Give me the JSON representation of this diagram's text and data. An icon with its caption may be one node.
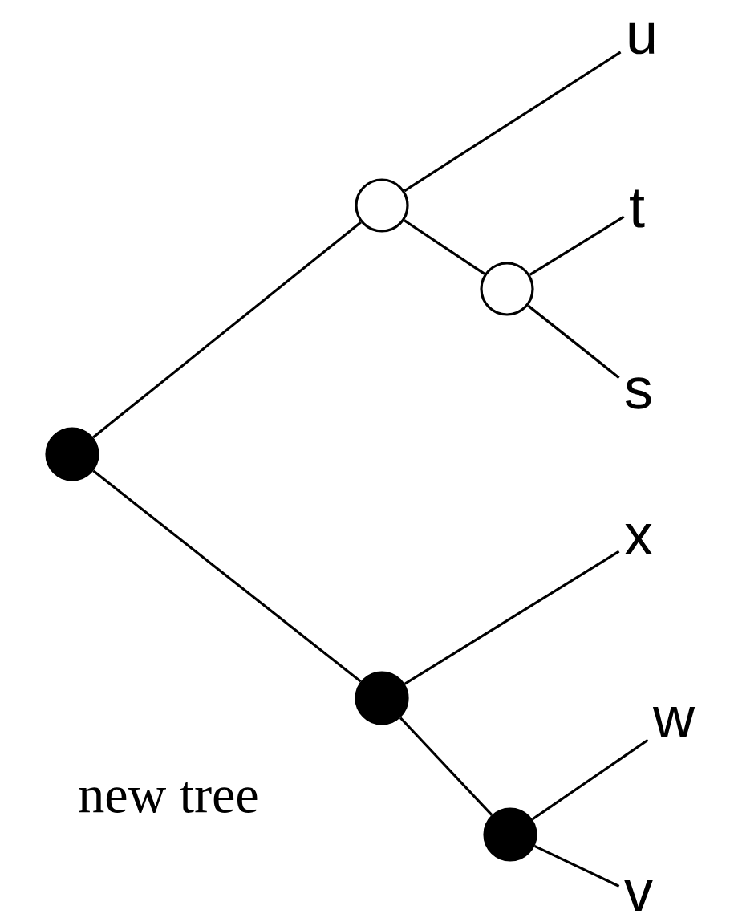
{
  "diagram": {
    "nodes": [
      {
        "text": [],
        "shape": "dot"
      },
      {
        "text": [],
        "shape": "circle"
      },
      {
        "text": [
          "u"
        ]
      },
      {
        "text": [],
        "shape": "circle"
      },
      {
        "text": [
          "t"
        ]
      },
      {
        "text": [
          "s"
        ]
      },
      {
        "text": [],
        "shape": "dot"
      },
      {
        "text": [
          "x"
        ]
      },
      {
        "text": [],
        "shape": "dot"
      },
      {
        "text": [
          "w"
        ]
      },
      {
        "text": [
          "v"
        ]
      }
    ],
    "edges": [
      {
        "from": 0,
        "to": 1,
        "arrow": "none"
      },
      {
        "from": 1,
        "to": 2,
        "arrow": "none"
      },
      {
        "from": 1,
        "to": 3,
        "arrow": "none"
      },
      {
        "from": 3,
        "to": 4,
        "arrow": "none"
      },
      {
        "from": 3,
        "to": 5,
        "arrow": "none"
      },
      {
        "from": 0,
        "to": 6,
        "arrow": "none"
      },
      {
        "from": 6,
        "to": 7,
        "arrow": "none"
      },
      {
        "from": 6,
        "to": 8,
        "arrow": "none"
      },
      {
        "from": 8,
        "to": 9,
        "arrow": "none"
      },
      {
        "from": 8,
        "to": 10,
        "arrow": "none"
      }
    ],
    "labels": [
      "new tree"
    ]
  }
}
